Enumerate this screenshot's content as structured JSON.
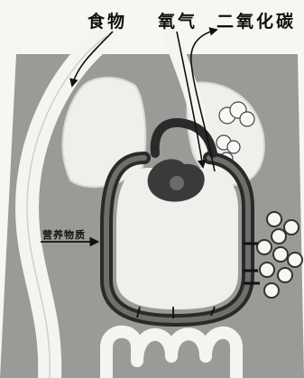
{
  "labels": {
    "food": "食物",
    "oxygen": "氧气",
    "carbon_dioxide": "二氧化碳",
    "nutrients": "营养物质"
  },
  "colors": {
    "background": "#f6f6f3",
    "body_shading": "#9a9a96",
    "organ_fill": "#efefec",
    "vessel_wall": "#2a2a2a",
    "vessel_inner": "#6e6e6b",
    "heart": "#3a3a3a",
    "arrows": "#111111"
  }
}
